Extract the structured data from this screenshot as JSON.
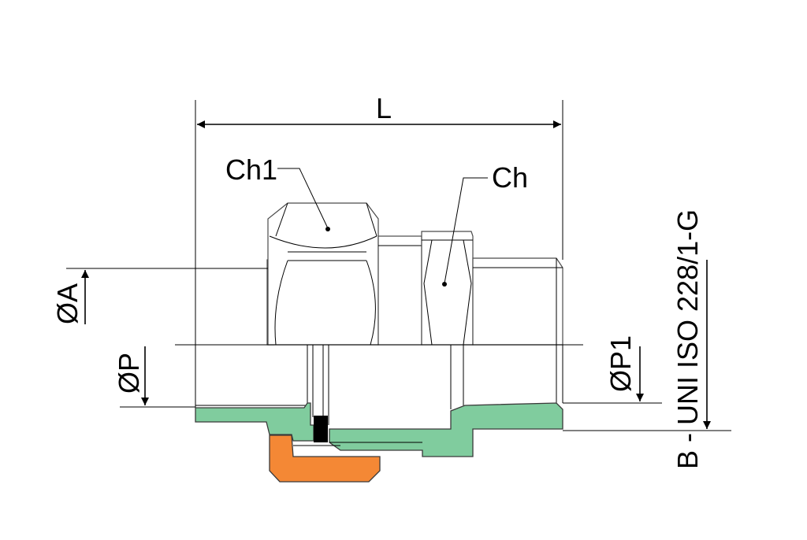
{
  "labels": {
    "length": "L",
    "hex_nut": "Ch1",
    "hex_body": "Ch",
    "diameter_a": "ØA",
    "diameter_p": "ØP",
    "diameter_p1": "ØP1",
    "thread_spec": "B - UNI ISO 228/1-G"
  },
  "colors": {
    "body_section": "#80cc9e",
    "nut_section": "#f48835",
    "gasket": "#000000",
    "outline": "#4a4a4a"
  }
}
